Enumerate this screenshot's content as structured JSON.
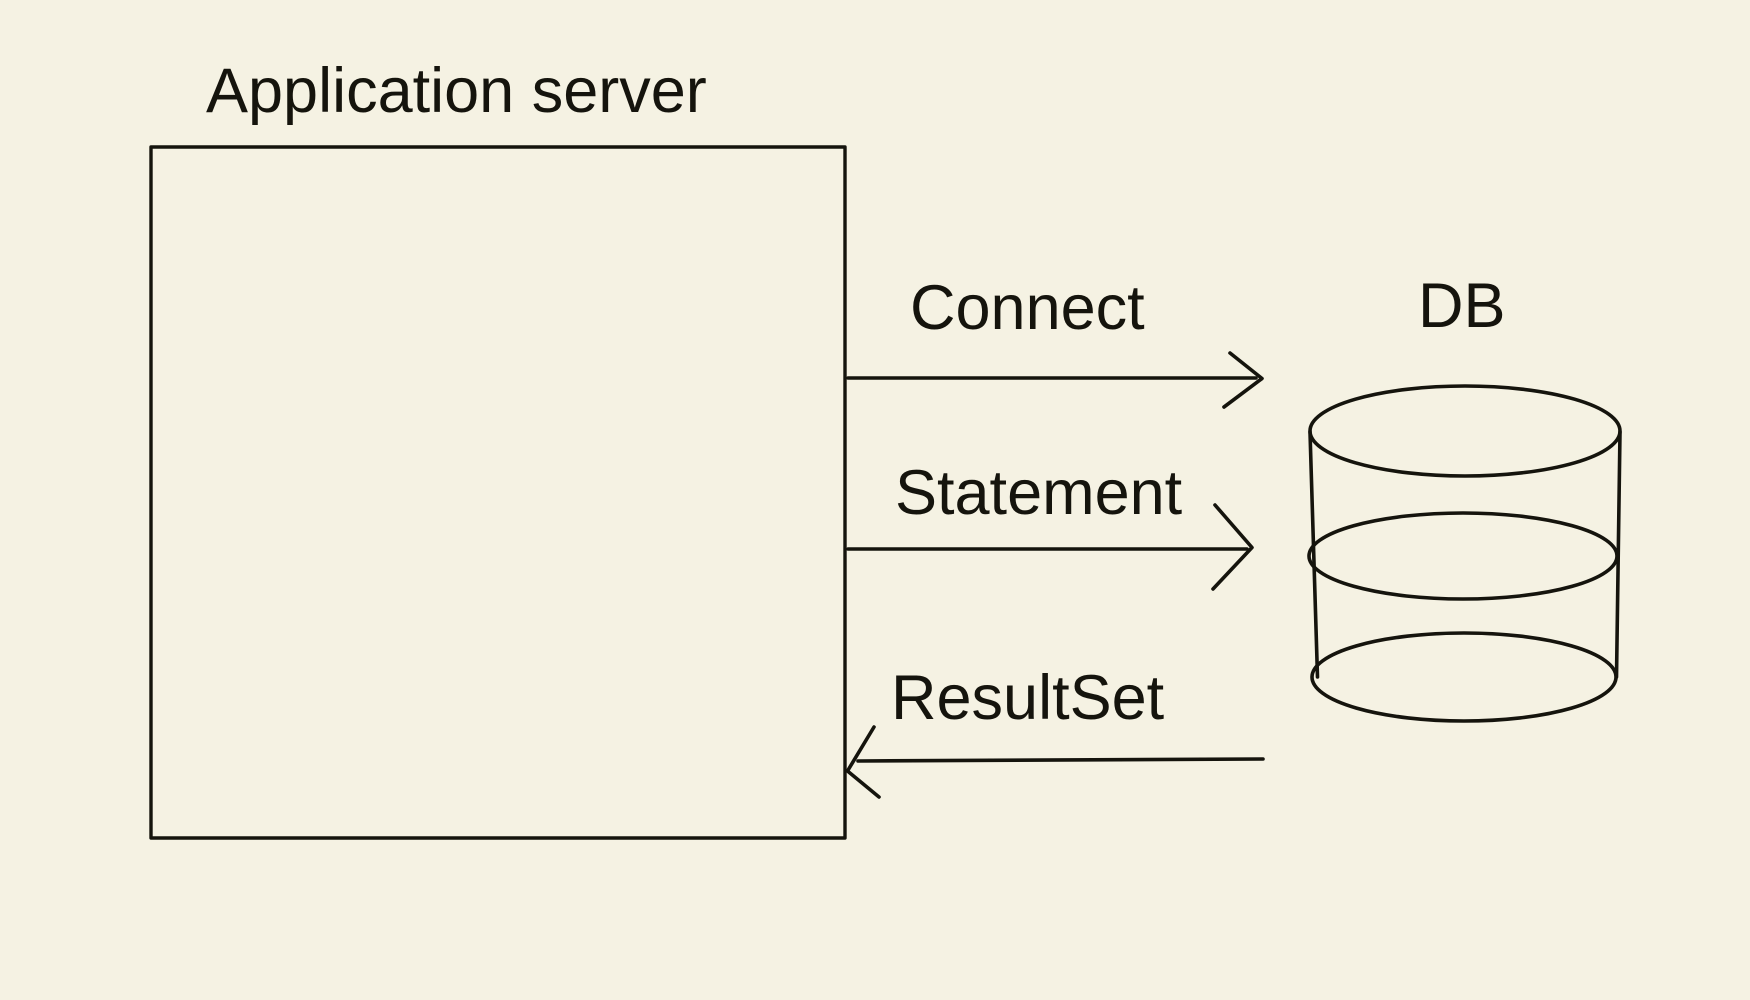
{
  "diagram": {
    "type": "architecture-sketch",
    "colors": {
      "background": "#f5f2e3",
      "stroke": "#15140d",
      "text": "#15140d"
    },
    "nodes": {
      "app_server": {
        "label": "Application server",
        "shape": "rectangle"
      },
      "database": {
        "label": "DB",
        "shape": "cylinder"
      }
    },
    "arrows": [
      {
        "label": "Connect",
        "from": "Application server",
        "to": "DB",
        "direction": "right"
      },
      {
        "label": "Statement",
        "from": "Application server",
        "to": "DB",
        "direction": "right"
      },
      {
        "label": "ResultSet",
        "from": "DB",
        "to": "Application server",
        "direction": "left"
      }
    ]
  }
}
